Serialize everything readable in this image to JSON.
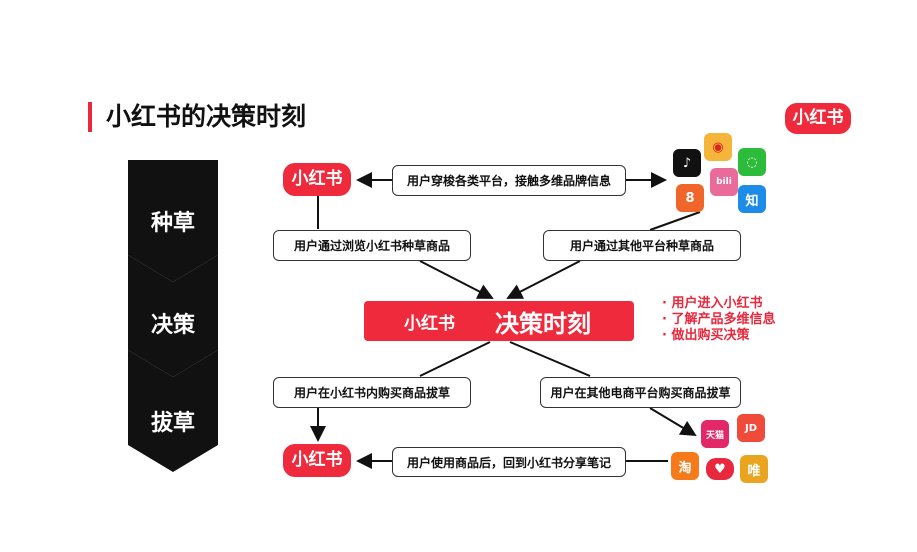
{
  "title": "小红书的决策时刻",
  "brand_logo": "小红书",
  "stages": [
    "种草",
    "决策",
    "拔草"
  ],
  "top_box": "用户穿梭各类平台，接触多维品牌信息",
  "left_seed_box": "用户通过浏览小红书种草商品",
  "right_seed_box": "用户通过其他平台种草商品",
  "center": {
    "logo": "小红书",
    "label": "决策时刻"
  },
  "bullets": [
    "用户进入小红书",
    "了解产品多维信息",
    "做出购买决策"
  ],
  "left_buy_box": "用户在小红书内购买商品拔草",
  "right_buy_box": "用户在其他电商平台购买商品拔草",
  "bottom_box": "用户使用商品后，回到小红书分享笔记",
  "social_icons": [
    {
      "name": "douyin-icon",
      "color": "#111111",
      "glyph": "♪"
    },
    {
      "name": "weibo-icon",
      "color": "#f5b53a",
      "glyph": "◉"
    },
    {
      "name": "wechat-icon",
      "color": "#2dbb3a",
      "glyph": "◌"
    },
    {
      "name": "bilibili-icon",
      "color": "#ea6a9a",
      "glyph": "bili"
    },
    {
      "name": "kuaishou-icon",
      "color": "#f0662a",
      "glyph": "8"
    },
    {
      "name": "zhihu-icon",
      "color": "#1c8ce8",
      "glyph": "知"
    }
  ],
  "shop_icons": [
    {
      "name": "tmall-icon",
      "color": "#e32868",
      "glyph": "天猫"
    },
    {
      "name": "jd-icon",
      "color": "#ef4a3a",
      "glyph": "JD"
    },
    {
      "name": "taobao-icon",
      "color": "#f47a1a",
      "glyph": "淘"
    },
    {
      "name": "pinduoduo-icon",
      "color": "#e8283c",
      "glyph": "♥"
    },
    {
      "name": "vipshop-icon",
      "color": "#e9a520",
      "glyph": "唯"
    }
  ],
  "colors": {
    "brand_red": "#ee2a3c"
  }
}
